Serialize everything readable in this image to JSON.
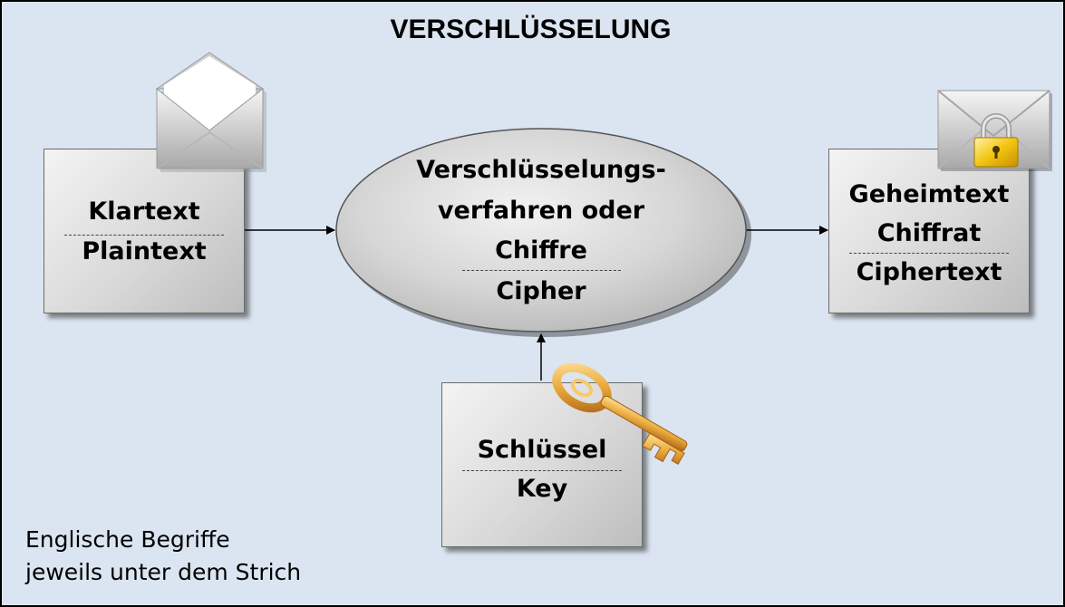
{
  "title": "VERSCHLÜSSELUNG",
  "plaintext_box": {
    "german": "Klartext",
    "english": "Plaintext"
  },
  "cipher_node": {
    "german_line1": "Verschlüsselungs-",
    "german_line2": "verfahren oder",
    "german_line3": "Chiffre",
    "english": "Cipher"
  },
  "ciphertext_box": {
    "german_line1": "Geheimtext",
    "german_line2": "Chiffrat",
    "english": "Ciphertext"
  },
  "key_box": {
    "german": "Schlüssel",
    "english": "Key"
  },
  "note": {
    "line1": "Englische Begriffe",
    "line2": "jeweils unter dem Strich"
  },
  "icons": [
    "open-envelope-icon",
    "locked-envelope-icon",
    "key-icon"
  ],
  "colors": {
    "background": "#dbe5f1",
    "box_fill": "#d9d9d9",
    "key_gold": "#e8a93a",
    "lock_gold": "#f2c511"
  }
}
